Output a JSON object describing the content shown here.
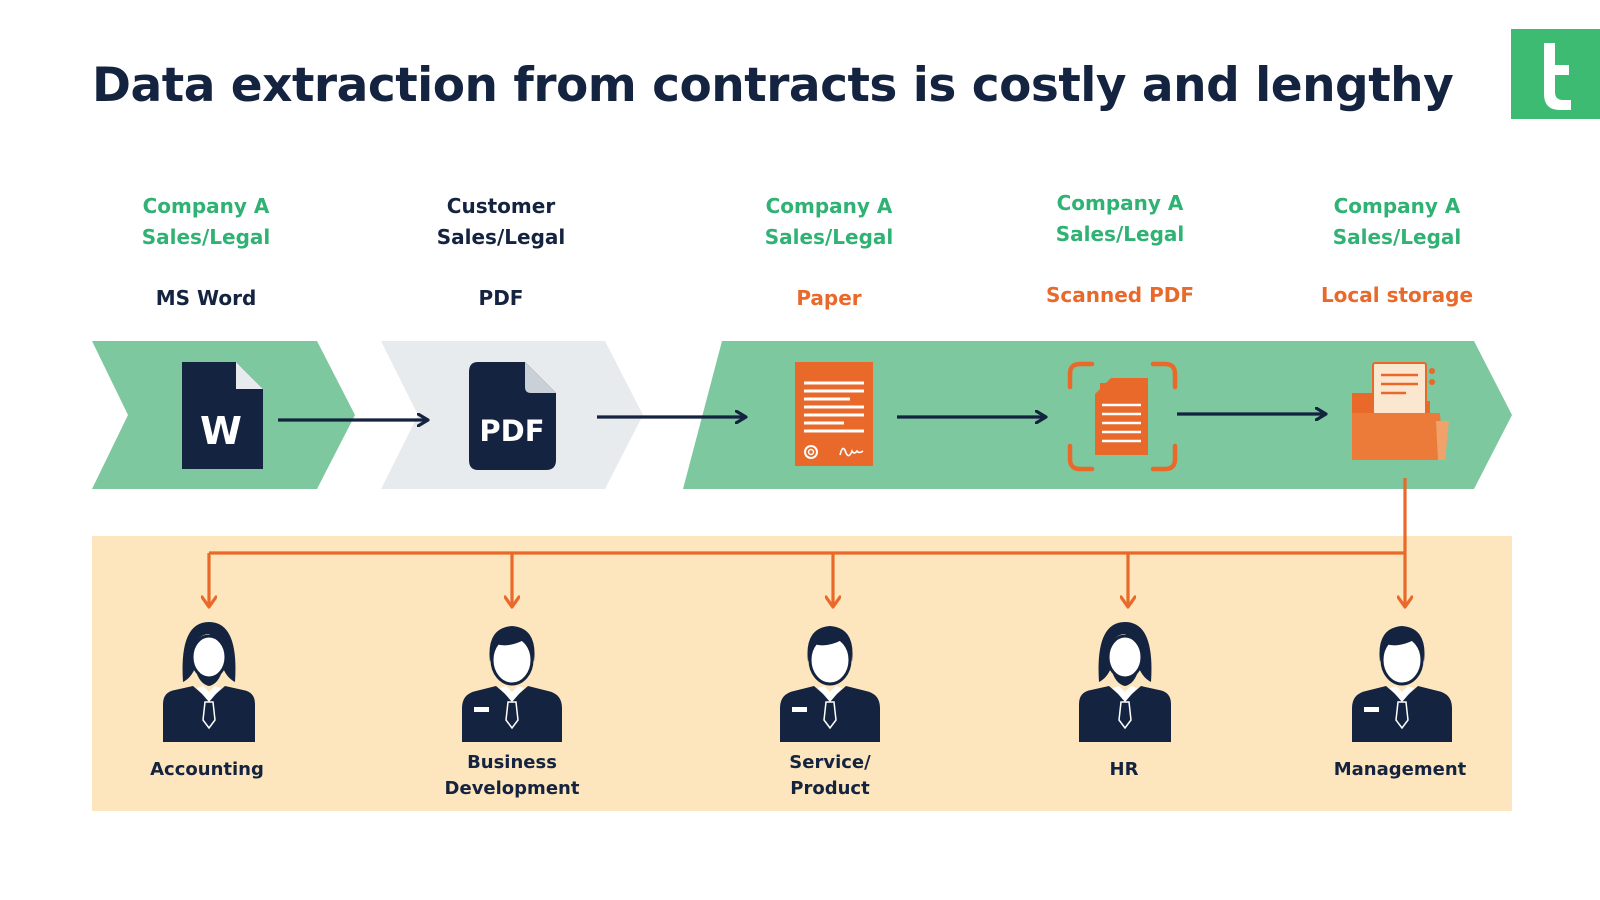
{
  "slide": {
    "title": "Data extraction from contracts is costly and lengthy",
    "logo_letter": "t",
    "colors": {
      "navy": "#14233f",
      "green": "#2fb273",
      "chevron_green": "#7dc89e",
      "chevron_grey": "#e8ebee",
      "orange": "#e8692a",
      "panel": "#fde6bd",
      "logo_bg": "#3dbb73"
    }
  },
  "stages": [
    {
      "owner_line1": "Company A",
      "owner_line2": "Sales/Legal",
      "owner_style": "green",
      "medium": "MS Word",
      "medium_style": "normal",
      "icon": "word-document-icon"
    },
    {
      "owner_line1": "Customer",
      "owner_line2": "Sales/Legal",
      "owner_style": "dark",
      "medium": "PDF",
      "medium_style": "normal",
      "icon": "pdf-document-icon"
    },
    {
      "owner_line1": "Company A",
      "owner_line2": "Sales/Legal",
      "owner_style": "green",
      "medium": "Paper",
      "medium_style": "alert",
      "icon": "paper-contract-icon"
    },
    {
      "owner_line1": "Company A",
      "owner_line2": "Sales/Legal",
      "owner_style": "green",
      "medium": "Scanned PDF",
      "medium_style": "alert",
      "icon": "scanned-document-icon"
    },
    {
      "owner_line1": "Company A",
      "owner_line2": "Sales/Legal",
      "owner_style": "green",
      "medium": "Local storage",
      "medium_style": "alert",
      "icon": "folder-storage-icon"
    }
  ],
  "departments": [
    {
      "label_line1": "Accounting",
      "label_line2": "",
      "icon": "woman-employee-icon"
    },
    {
      "label_line1": "Business",
      "label_line2": "Development",
      "icon": "man-employee-icon"
    },
    {
      "label_line1": "Service/",
      "label_line2": "Product",
      "icon": "man-employee-icon"
    },
    {
      "label_line1": "HR",
      "label_line2": "",
      "icon": "woman-employee-icon"
    },
    {
      "label_line1": "Management",
      "label_line2": "",
      "icon": "man-employee-icon"
    }
  ],
  "pdf_icon_text": "PDF",
  "word_icon_text": "W"
}
